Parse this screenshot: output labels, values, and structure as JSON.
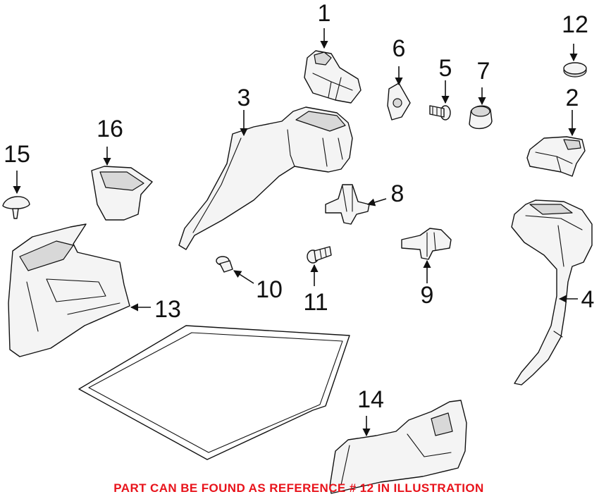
{
  "diagram": {
    "callouts": {
      "c1": "1",
      "c2": "2",
      "c3": "3",
      "c4": "4",
      "c5": "5",
      "c6": "6",
      "c7": "7",
      "c8": "8",
      "c9": "9",
      "c10": "10",
      "c11": "11",
      "c12": "12",
      "c13": "13",
      "c14": "14",
      "c15": "15",
      "c16": "16"
    },
    "highlighted_reference": "12",
    "footnote": "PART CAN BE FOUND AS REFERENCE # 12 IN ILLUSTRATION",
    "colors": {
      "line": "#111111",
      "part_fill": "#f4f4f4",
      "footnote": "#e8131b"
    }
  }
}
